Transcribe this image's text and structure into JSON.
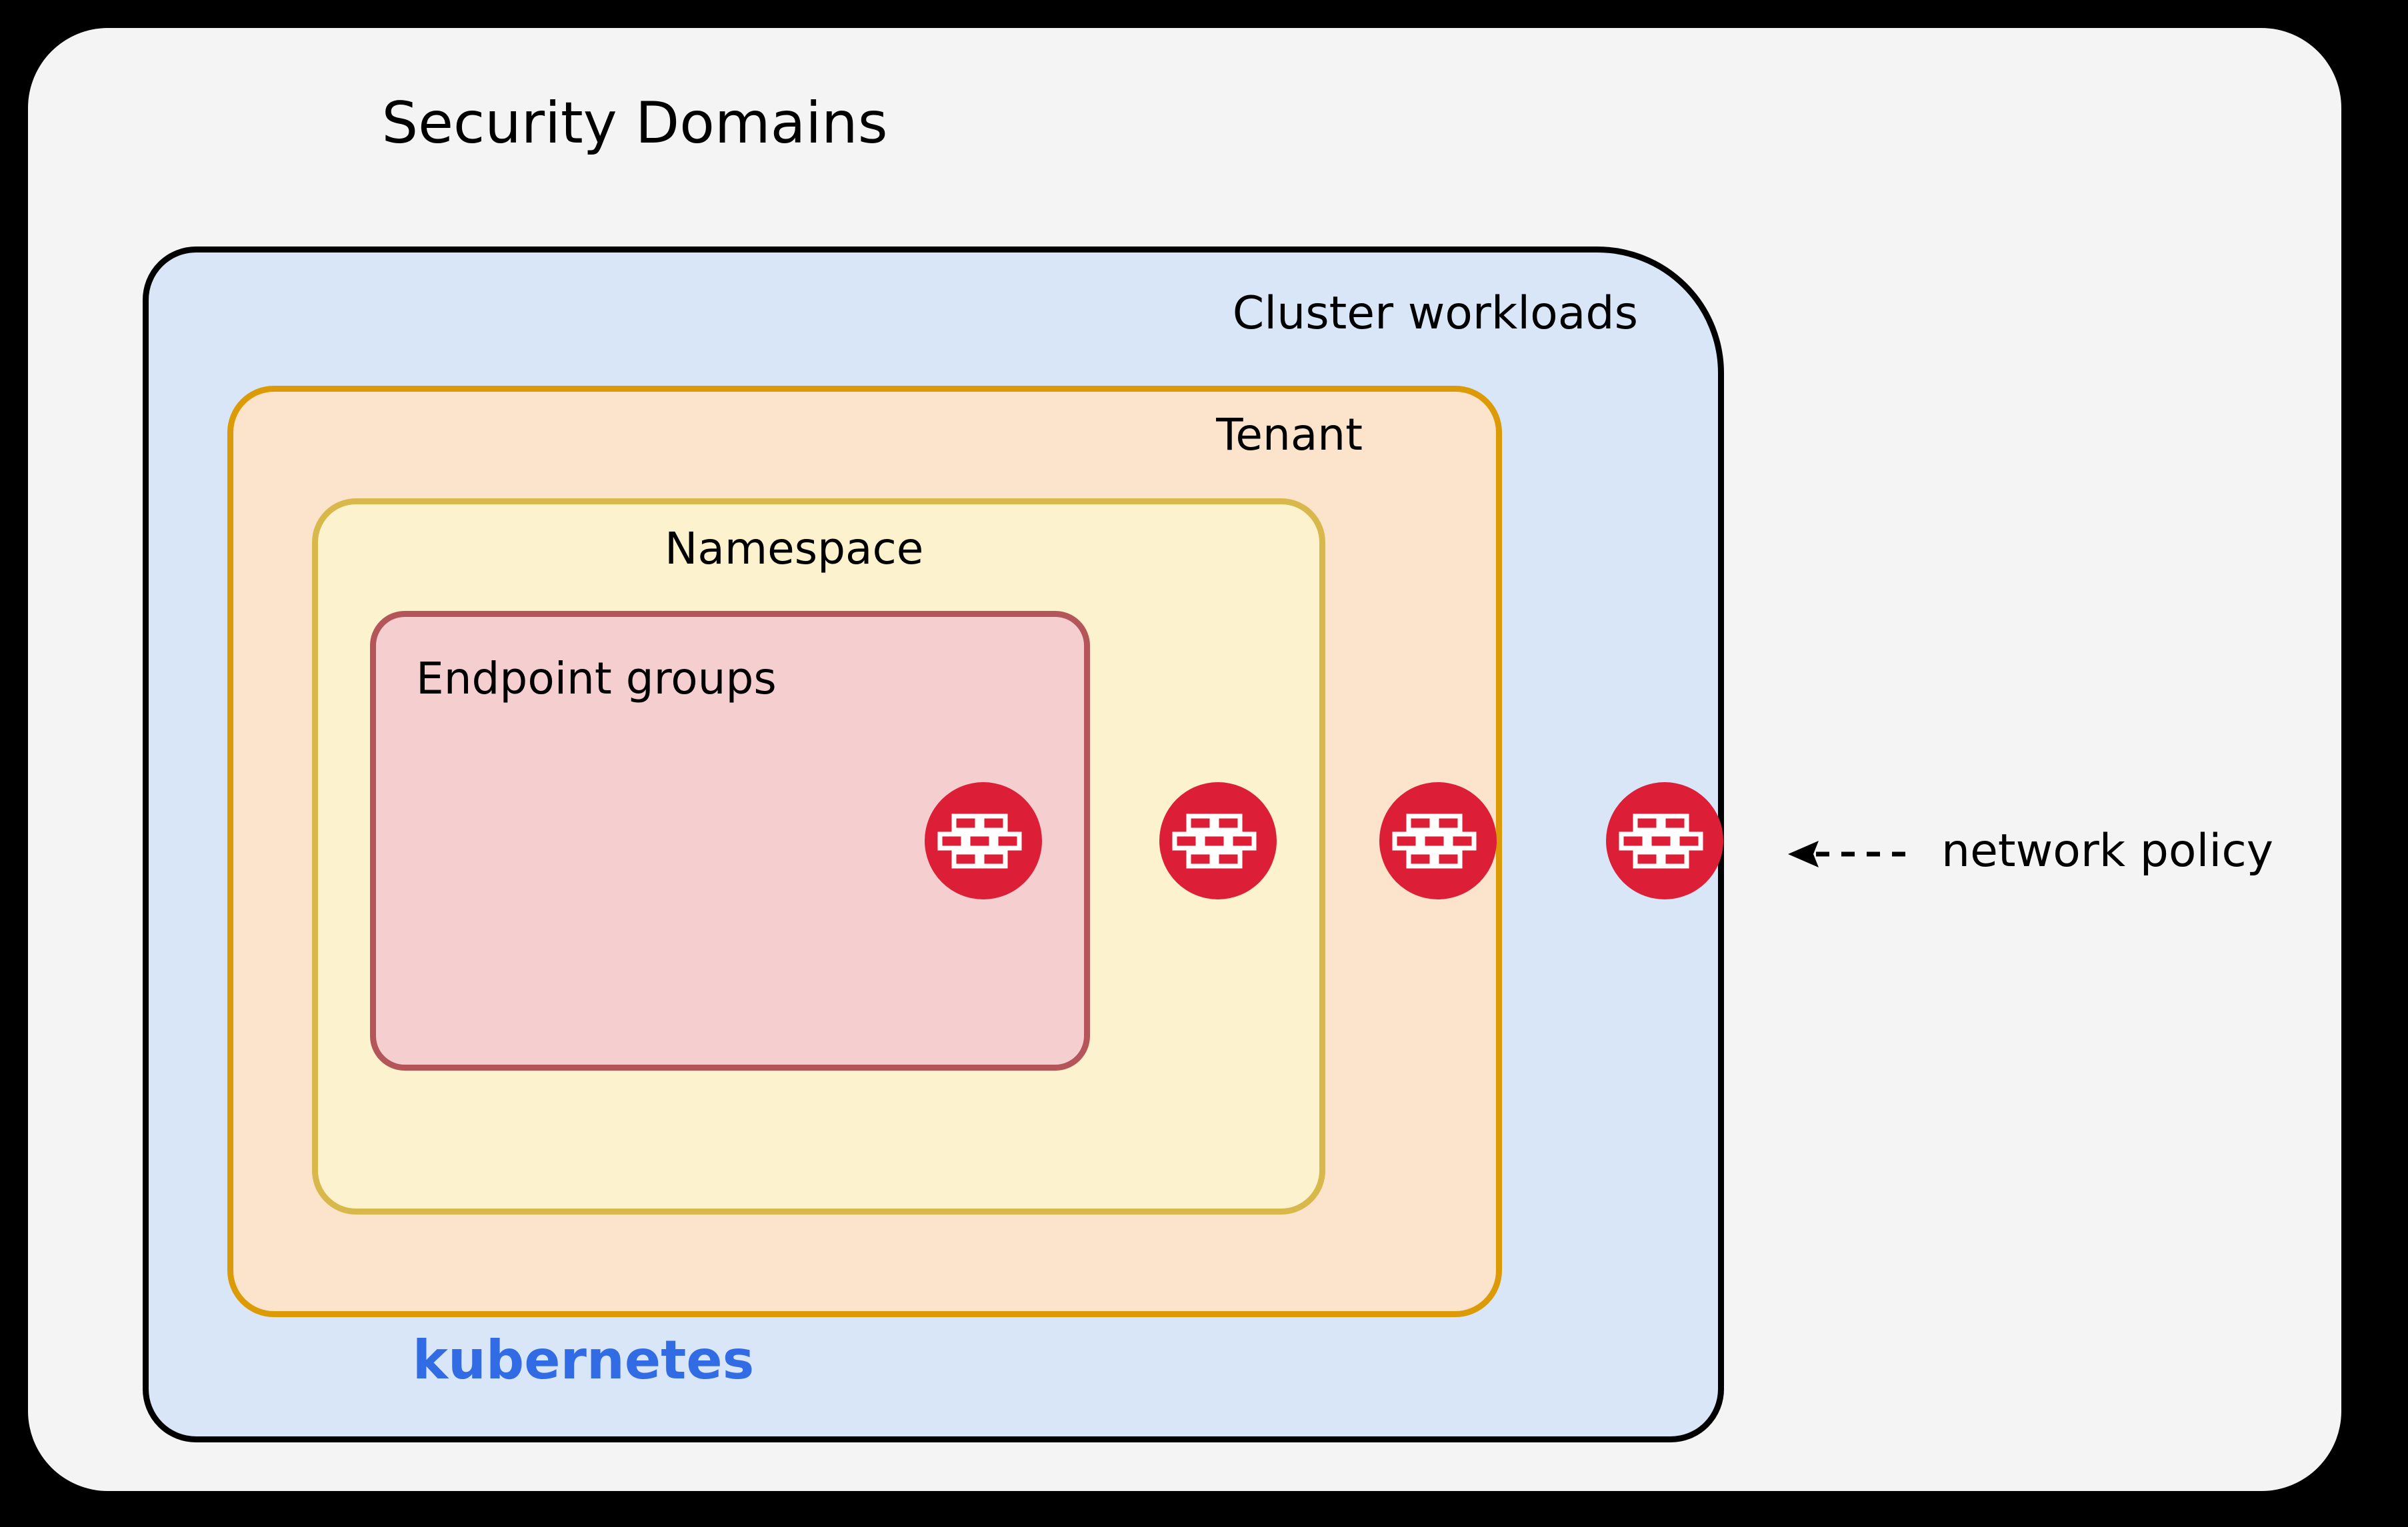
{
  "diagram": {
    "title": "Security Domains",
    "layers": [
      {
        "id": "security-domains",
        "label": "Security Domains",
        "fill": "#F4F4F5",
        "stroke": "#000000"
      },
      {
        "id": "cluster-workloads",
        "label": "Cluster workloads",
        "fill": "#D8E6F8",
        "stroke": "#000000"
      },
      {
        "id": "tenant",
        "label": "Tenant",
        "fill": "#FCE3CB",
        "stroke": "#DC9B06"
      },
      {
        "id": "namespace",
        "label": "Namespace",
        "fill": "#FDF2CE",
        "stroke": "#D8B84A"
      },
      {
        "id": "endpoint-groups",
        "label": "Endpoint groups",
        "fill": "#F5CFD0",
        "stroke": "#B4555A"
      }
    ],
    "platform_label": "kubernetes",
    "platform_color": "#326CE5",
    "annotation": {
      "label": "network policy",
      "arrow": "dashed-left-arrow",
      "icon": "firewall-icon",
      "icon_color": "#DC1F36",
      "count": 4
    },
    "firewall_markers": [
      {
        "id": "firewall-endpoint-boundary",
        "boundary": "endpoint-groups"
      },
      {
        "id": "firewall-namespace-boundary",
        "boundary": "namespace"
      },
      {
        "id": "firewall-tenant-boundary",
        "boundary": "tenant"
      },
      {
        "id": "firewall-cluster-boundary",
        "boundary": "cluster-workloads"
      }
    ]
  }
}
